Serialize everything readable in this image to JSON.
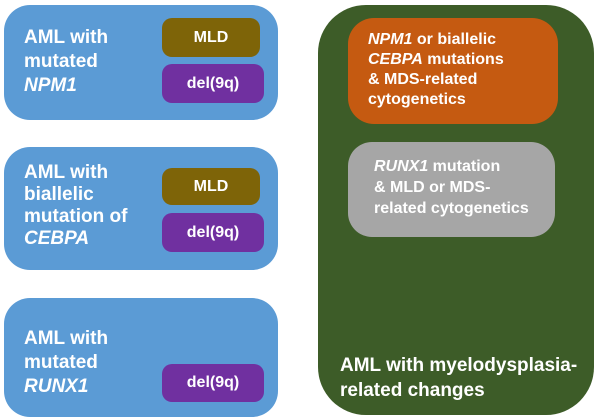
{
  "palette": {
    "blue": "#5b9bd5",
    "olive": "#7e6408",
    "purple": "#7030a0",
    "green": "#3d5c28",
    "orange": "#c55a11",
    "gray": "#a6a6a6",
    "text": "#ffffff"
  },
  "left_boxes": {
    "npm1": {
      "line1": "AML with",
      "line2": "mutated",
      "gene": "NPM1",
      "tag_mld": "MLD",
      "tag_del9q": "del(9q)"
    },
    "cebpa": {
      "line1": "AML with",
      "line2": "biallelic",
      "line3": "mutation of",
      "gene": "CEBPA",
      "tag_mld": "MLD",
      "tag_del9q": "del(9q)"
    },
    "runx1": {
      "line1": "AML with",
      "line2": "mutated",
      "gene": "RUNX1",
      "tag_del9q": "del(9q)"
    }
  },
  "right_box": {
    "card_orange": {
      "gene1": "NPM1",
      "rest1": " or biallelic",
      "gene2": "CEBPA",
      "rest2": " mutations",
      "line3": "& MDS-related",
      "line4": "cytogenetics"
    },
    "card_gray": {
      "gene1": "RUNX1",
      "rest1": " mutation",
      "line2": "& MLD or MDS-",
      "line3": "related cytogenetics"
    },
    "label_line1": "AML with myelodysplasia-",
    "label_line2": "related changes"
  }
}
